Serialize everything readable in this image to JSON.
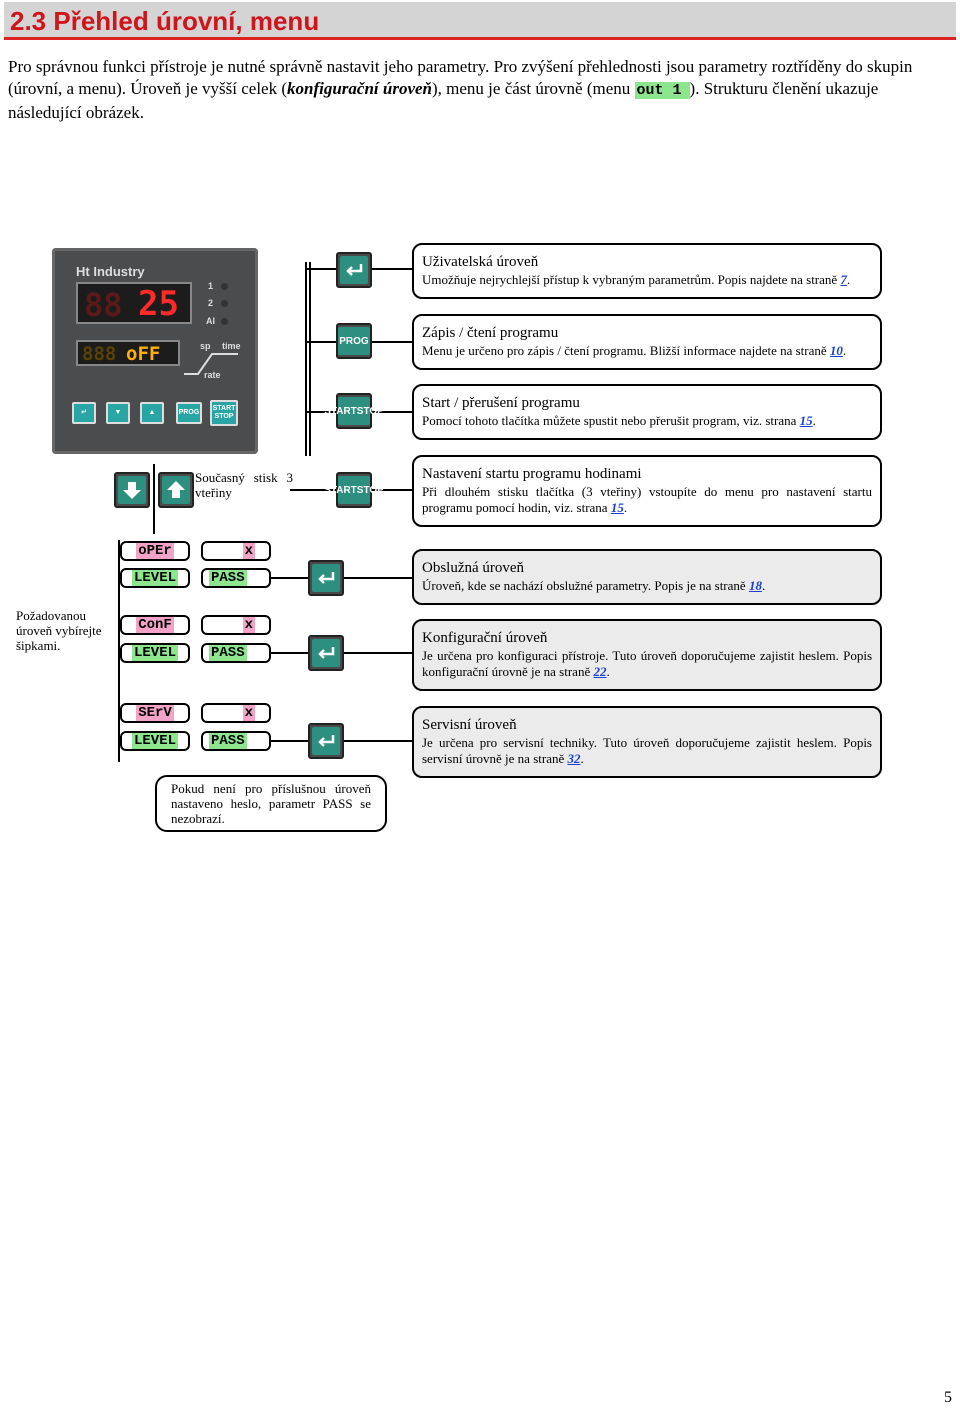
{
  "header": {
    "title": "2.3 Přehled úrovní, menu"
  },
  "intro": {
    "line1": "Pro správnou funkci přístroje je nutné správně nastavit jeho parametry. Pro zvýšení přehlednosti jsou parametry roztříděny do skupin (úrovní, a menu). Úroveň je vyšší celek (",
    "emph": "konfigurační úroveň",
    "line2": "), menu je část úrovně (menu ",
    "code": "out 1",
    "line3": "). Strukturu členění ukazuje následující obrázek."
  },
  "device": {
    "brand": "Ht Industry",
    "display_top": "25",
    "display_top_dim": "88",
    "display_bottom": "oFF",
    "display_bottom_dim": "888",
    "led_labels": [
      "1",
      "2",
      "AI"
    ],
    "sub_labels": {
      "sp": "sp",
      "time": "time",
      "rate": "rate"
    },
    "keys": [
      "↵",
      "▼",
      "▲",
      "PROG",
      "START STOP"
    ]
  },
  "buttons": {
    "prog": "PROG",
    "start": "START",
    "stop": "STOP"
  },
  "boxes": {
    "user": {
      "title": "Uživatelská úroveň",
      "text": "Umožňuje nejrychlejší přístup k vybraným parametrům. Popis najdete na straně ",
      "page": "7",
      "end": "."
    },
    "prog": {
      "title": "Zápis / čtení programu",
      "text": "Menu je určeno pro zápis / čtení programu. Bližší informace najdete na straně ",
      "page": "10",
      "end": "."
    },
    "start": {
      "title": "Start / přerušení programu",
      "text": "Pomocí tohoto tlačítka můžete spustit nebo přerušit program, viz. strana ",
      "page": "15",
      "end": "."
    },
    "clock": {
      "title": "Nastavení startu programu hodinami",
      "text": "Při dlouhém stisku tlačítka (3 vteřiny) vstoupíte do menu pro nastavení startu programu pomocí hodin, viz. strana ",
      "page": "15",
      "end": "."
    },
    "oper": {
      "title": "Obslužná úroveň",
      "text": "Úroveň, kde se nachází obslužné parametry. Popis je na straně ",
      "page": "18",
      "end": "."
    },
    "conf": {
      "title": "Konfigurační úroveň",
      "text": "Je určena pro konfiguraci přístroje. Tuto úroveň doporučujeme zajistit heslem. Popis konfigurační úrovně je na straně ",
      "page": "22",
      "end": "."
    },
    "serv": {
      "title": "Servisní úroveň",
      "text": "Je určena pro servisní techniky.  Tuto úroveň doporučujeme zajistit heslem. Popis servisní úrovně je na straně ",
      "page": "32",
      "end": "."
    }
  },
  "simultaneous_note": "Současný stisk 3 vteřiny",
  "arrows_note": "Požadovanou úroveň vybírejte šipkami.",
  "password_note": "Pokud není pro příslušnou úroveň nastaveno heslo, parametr PASS se nezobrazí.",
  "chips": {
    "oper": "oPEr",
    "conf": "ConF",
    "serv": "SErV",
    "level": "LEVEL",
    "x": "x",
    "pass": "PASS"
  },
  "page_number": "5",
  "colors": {
    "header_red": "#d0141c",
    "link_blue": "#1a3fd8",
    "button_teal": "#2d8f7f",
    "pink": "#f4a3c8",
    "green": "#8de68d"
  }
}
